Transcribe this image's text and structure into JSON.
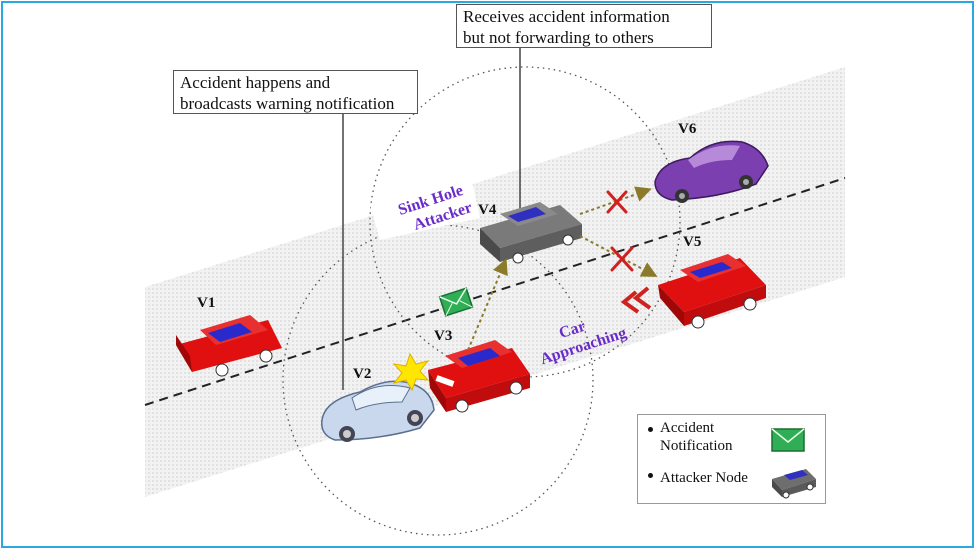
{
  "callouts": {
    "receives": [
      "Receives accident information",
      "but not forwarding to others"
    ],
    "accident": [
      "Accident happens and",
      "broadcasts warning notification"
    ]
  },
  "vehicles": {
    "v1": "V1",
    "v2": "V2",
    "v3": "V3",
    "v4": "V4",
    "v5": "V5",
    "v6": "V6"
  },
  "annotations": {
    "sinkhole": [
      "Sink Hole",
      "Attacker"
    ],
    "approaching": [
      "Car",
      "Approaching"
    ]
  },
  "legend": {
    "notification": [
      "Accident",
      "Notification"
    ],
    "attacker": "Attacker Node"
  },
  "colors": {
    "frame": "#2aa9e0",
    "red_car": "#e01010",
    "car_blue_stripe": "#2a2acc",
    "attacker_car": "#6e6e6e",
    "purple_car": "#7b3fb0",
    "silver_car": "#c9d8ec",
    "envelope": "#2fae55",
    "label_purple": "#6a2cc8",
    "blocked_x": "#d02020",
    "arrow": "#8a7a2a"
  },
  "icons": [
    "envelope-icon",
    "crash-star-icon",
    "blocked-x-icon",
    "double-chevron-icon"
  ]
}
